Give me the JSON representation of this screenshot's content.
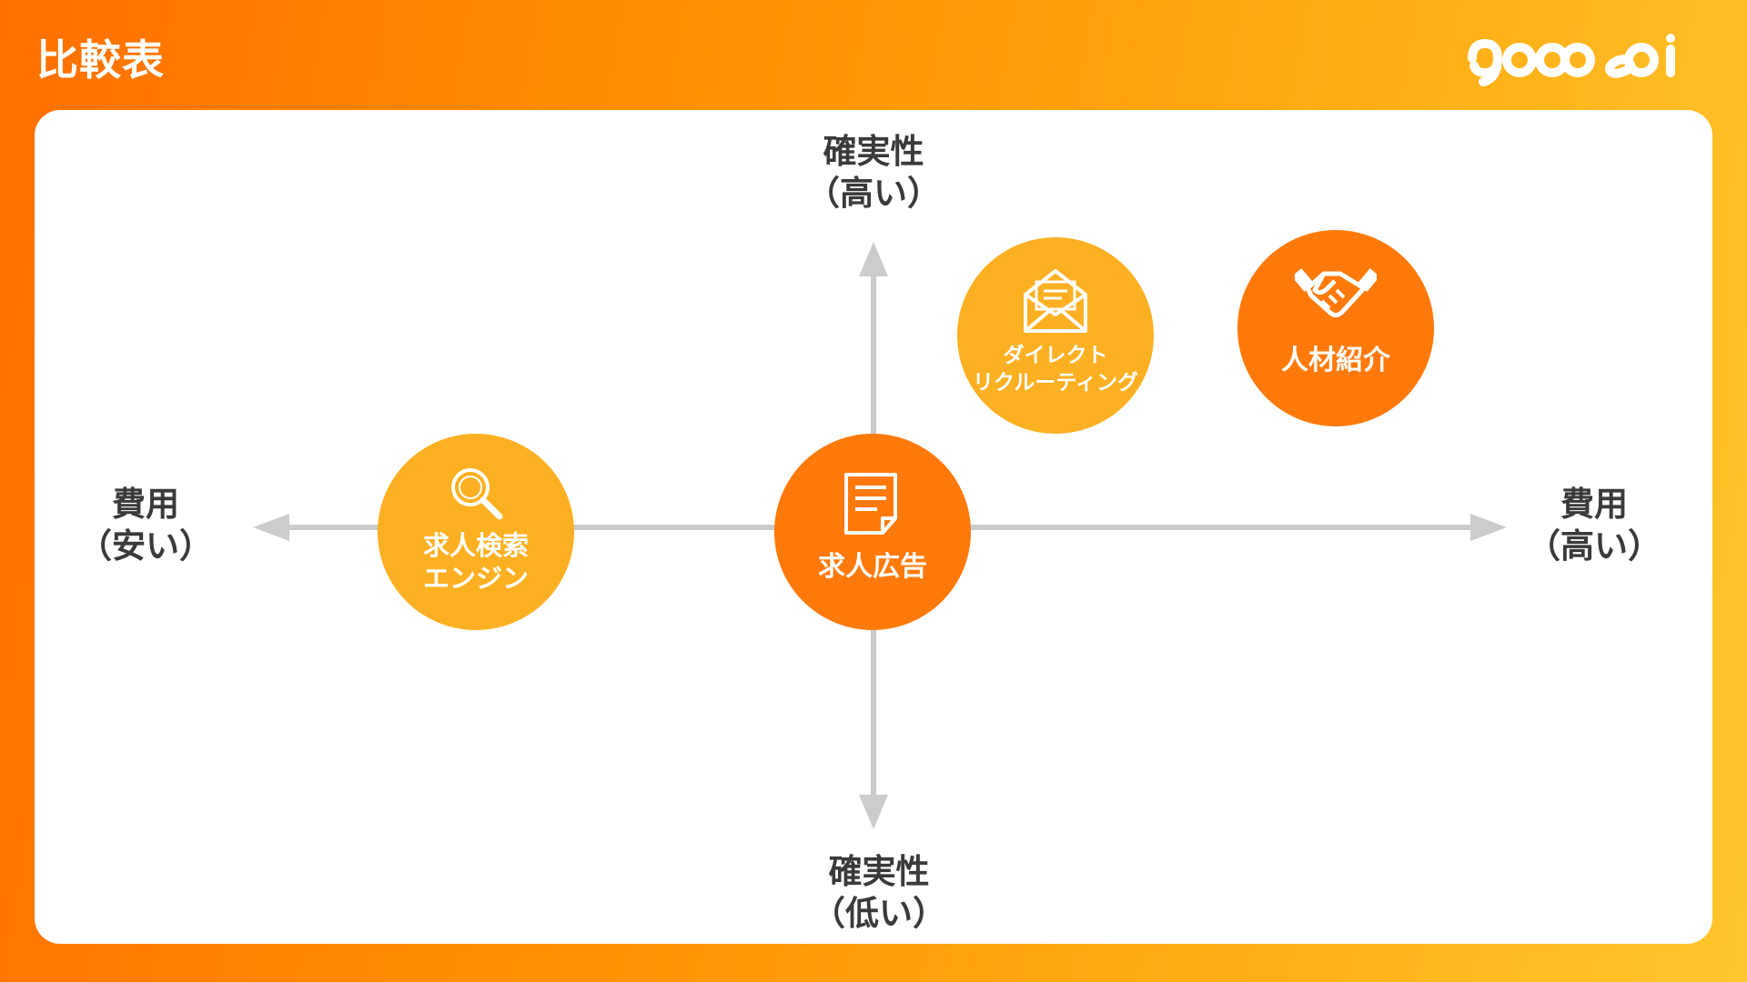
{
  "title": "比較表",
  "logo": {
    "name": "logo-wordmark"
  },
  "colors": {
    "background_start": "#ff6f00",
    "background_end": "#ffc62e",
    "panel": "#ffffff",
    "axis": "#cccccc",
    "node_yellow": "#fdb022",
    "node_orange": "#ff7a0a",
    "text_dark": "#3a3a3a"
  },
  "axes": {
    "top": {
      "line1": "確実性",
      "line2": "（高い）"
    },
    "bottom": {
      "line1": "確実性",
      "line2": "（低い）"
    },
    "left": {
      "line1": "費用",
      "line2": "（安い）"
    },
    "right": {
      "line1": "費用",
      "line2": "（高い）"
    }
  },
  "nodes": [
    {
      "id": "job-search-engine",
      "line1": "求人検索",
      "line2": "エンジン",
      "icon": "magnifier-icon",
      "color": "yellow"
    },
    {
      "id": "job-advertising",
      "line1": "求人広告",
      "icon": "document-icon",
      "color": "orange"
    },
    {
      "id": "direct-recruiting",
      "line1": "ダイレクト",
      "line2": "リクルーティング",
      "icon": "envelope-icon",
      "color": "yellow"
    },
    {
      "id": "staffing-agency",
      "line1": "人材紹介",
      "icon": "handshake-icon",
      "color": "orange"
    }
  ]
}
